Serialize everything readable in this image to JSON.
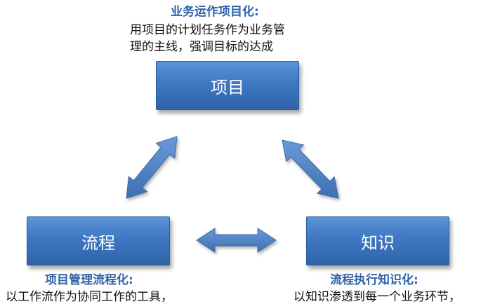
{
  "nodes": {
    "project": {
      "label": "项目",
      "caption_title": "业务运作项目化:",
      "caption_lines": [
        "用项目的计划任务作为业务管",
        "理的主线，强调目标的达成"
      ]
    },
    "process": {
      "label": "流程",
      "caption_title": "项目管理流程化:",
      "caption_lines": [
        "以工作流作为协同工作的工具，"
      ]
    },
    "knowledge": {
      "label": "知识",
      "caption_title": "流程执行知识化:",
      "caption_lines": [
        "以知识渗透到每一个业务环节，"
      ]
    }
  },
  "colors": {
    "node_fill": "#3f78c2",
    "arrow_fill": "#4f84c4",
    "caption_title": "#2e62a8"
  },
  "edges": [
    {
      "from": "project",
      "to": "process",
      "type": "double-arrow"
    },
    {
      "from": "project",
      "to": "knowledge",
      "type": "double-arrow"
    },
    {
      "from": "process",
      "to": "knowledge",
      "type": "double-arrow"
    }
  ]
}
